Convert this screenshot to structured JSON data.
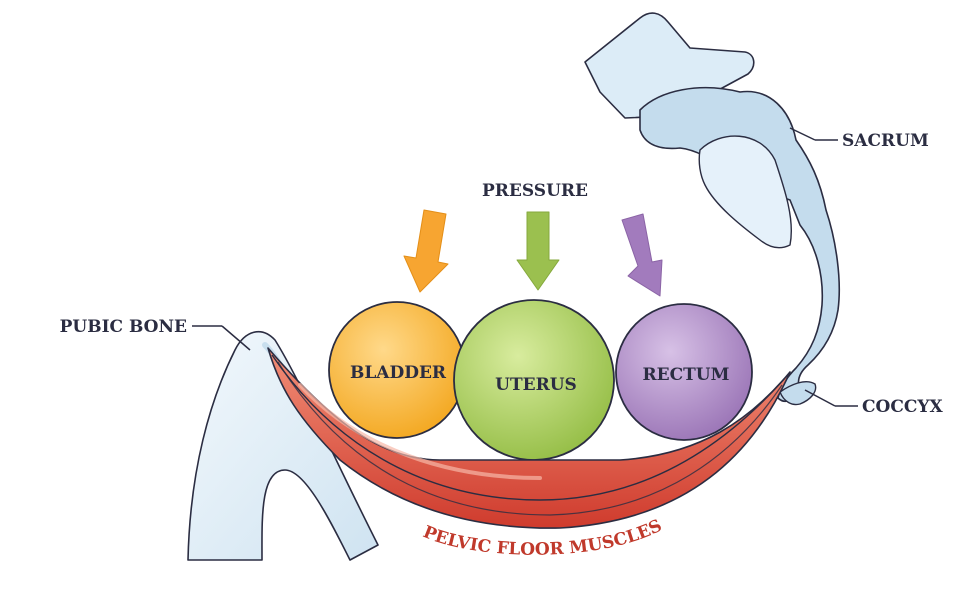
{
  "labels": {
    "pressure": "PRESSURE",
    "pubic_bone": "PUBIC BONE",
    "sacrum": "SACRUM",
    "coccyx": "COCCYX",
    "pelvic_floor": "PELVIC FLOOR MUSCLES"
  },
  "organs": {
    "bladder": "BLADDER",
    "uterus": "UTERUS",
    "rectum": "RECTUM"
  },
  "colors": {
    "outline": "#2b2d42",
    "bone_fill": "#dfeef8",
    "bone_shade": "#b9d6ea",
    "muscle": "#d94a3a",
    "muscle_light": "#ee8a74",
    "bladder": "#f8b73a",
    "uterus": "#a9cd5c",
    "rectum": "#a57fc0",
    "arrow_orange": "#f7a531",
    "arrow_green": "#9bc04f",
    "arrow_purple": "#a27bbd",
    "muscle_label": "#c0392b"
  }
}
